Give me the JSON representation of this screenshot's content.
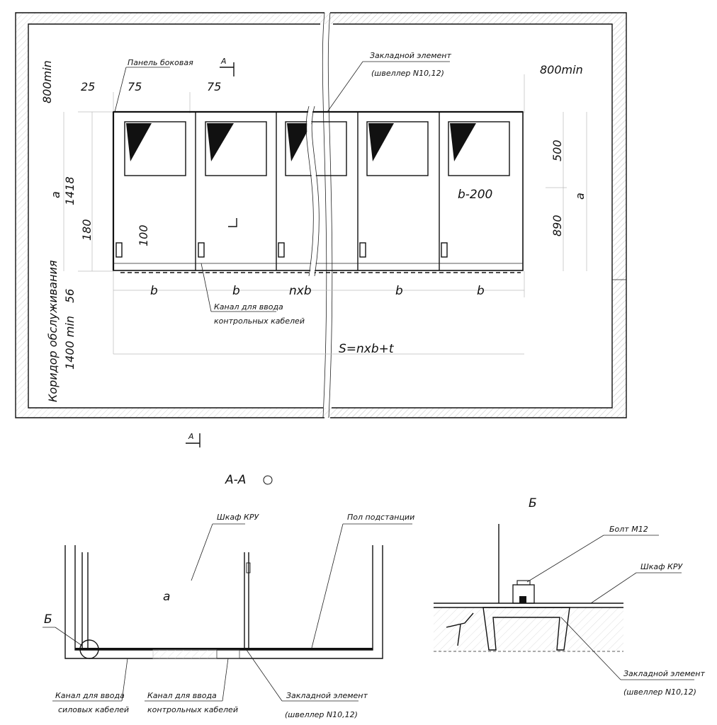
{
  "plan": {
    "side_panel_label": "Панель боковая",
    "embedded_label_line1": "Закладной элемент",
    "embedded_label_line2": "(швеллер N10,12)",
    "section_mark_top": "A",
    "section_mark_bottom": "A",
    "dim_800min_left": "800min",
    "dim_800min_right": "800min",
    "dim_25": "25",
    "dim_75_a": "75",
    "dim_75_b": "75",
    "dim_a_left": "a",
    "dim_1418": "1418",
    "dim_180": "180",
    "dim_100": "100",
    "dim_56": "56",
    "dim_1400min": "1400 min",
    "corridor_label": "Коридор обслуживания",
    "dim_500": "500",
    "dim_890": "890",
    "dim_a_right": "a",
    "dim_b200": "b-200",
    "bottom_dims": [
      "b",
      "b",
      "nxb",
      "b",
      "b"
    ],
    "channel_label_line1": "Канал для ввода",
    "channel_label_line2": "контрольных кабелей",
    "formula": "S=nxb+t"
  },
  "section": {
    "title": "А-А",
    "cabinet_label": "Шкаф КРУ",
    "floor_label": "Пол подстанции",
    "dim_a": "a",
    "callout_b": "Б",
    "power_channel_line1": "Канал для ввода",
    "power_channel_line2": "силовых кабелей",
    "control_channel_line1": "Канал для ввода",
    "control_channel_line2": "контрольных кабелей",
    "embedded_line1": "Закладной элемент",
    "embedded_line2": "(швеллер N10,12)"
  },
  "detail": {
    "title": "Б",
    "bolt_label": "Болт М12",
    "cabinet_label": "Шкаф КРУ",
    "embedded_line1": "Закладной элемент",
    "embedded_line2": "(швеллер N10,12)"
  }
}
